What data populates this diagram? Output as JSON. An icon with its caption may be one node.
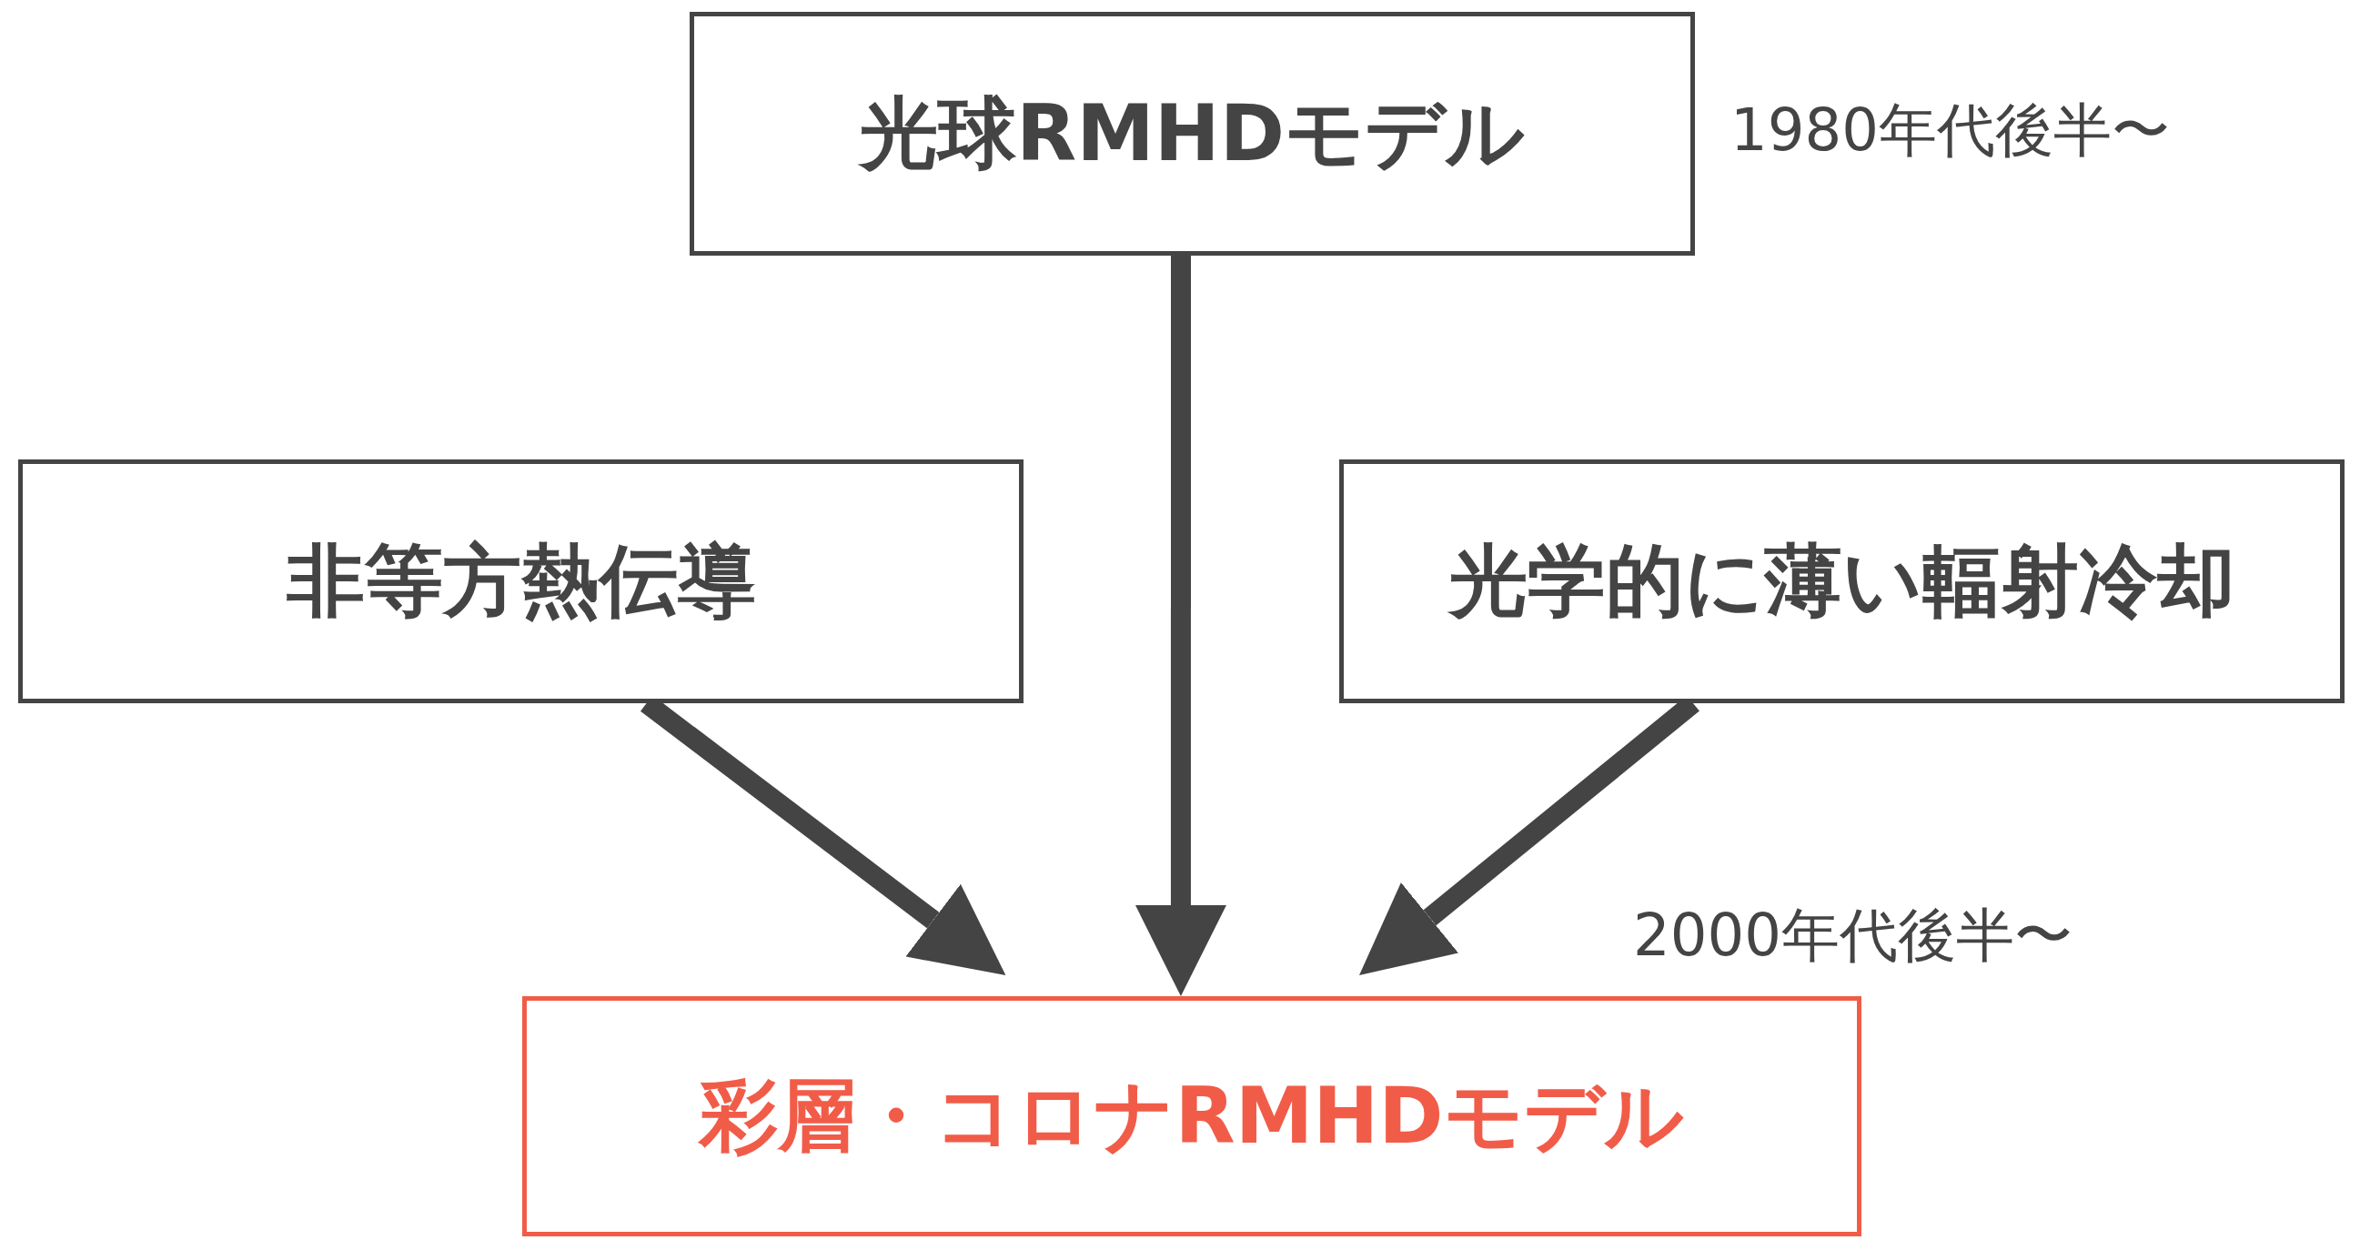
{
  "diagram": {
    "nodes": [
      {
        "text": [
          "光球RMHDモデル"
        ],
        "beside": [
          "1980年代後半〜"
        ]
      },
      {
        "text": [
          "非等方熱伝導"
        ]
      },
      {
        "text": [
          "光学的に薄い輻射冷却"
        ]
      },
      {
        "text": [
          "彩層・コロナRMHDモデル"
        ],
        "beside": [
          "2000年代後半〜"
        ]
      }
    ],
    "edges": [
      {
        "from": 0,
        "to": 3,
        "arrow": "to"
      },
      {
        "from": 1,
        "to": 3,
        "arrow": "to"
      },
      {
        "from": 2,
        "to": 3,
        "arrow": "to"
      }
    ]
  }
}
